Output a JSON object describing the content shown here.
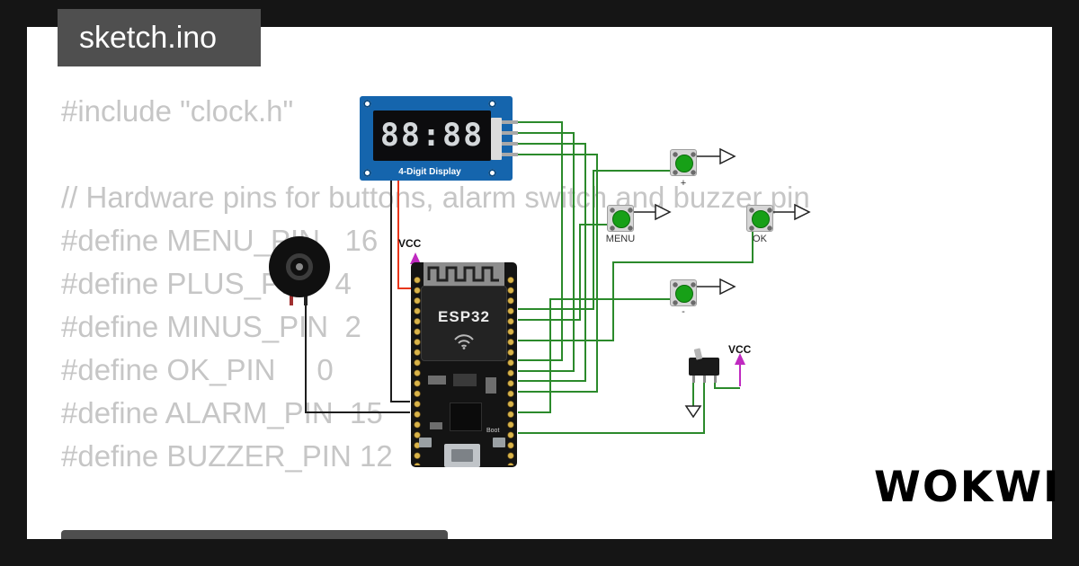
{
  "tab": {
    "label": "sketch.ino"
  },
  "code": {
    "lines": [
      "#include \"clock.h\"",
      "",
      "// Hardware pins for buttons, alarm switch and buzzer pin",
      "#define MENU_PIN   16",
      "#define PLUS_PIN   4",
      "#define MINUS_PIN  2",
      "#define OK_PIN     0",
      "#define ALARM_PIN  15",
      "#define BUZZER_PIN 12"
    ]
  },
  "circuit": {
    "display": {
      "digits": "88:88",
      "label": "4-Digit Display"
    },
    "esp32": {
      "name": "ESP32",
      "boot_label": "Boot"
    },
    "buttons": [
      {
        "label": "+"
      },
      {
        "label": "MENU"
      },
      {
        "label": "OK"
      },
      {
        "label": "-"
      }
    ],
    "vcc_labels": {
      "esp": "VCC",
      "switch": "VCC"
    }
  },
  "logo": {
    "text": "WOKWI"
  },
  "colors": {
    "wire_green": "#2b8a2b",
    "wire_red": "#e8361c",
    "wire_black": "#1d1d1d",
    "vcc_purple": "#bf2ac0",
    "display_board_blue": "#1565ad",
    "button_cap_green": "#17a017",
    "tab_gray": "#4f4f4f",
    "code_gray": "#c6c6c6"
  }
}
